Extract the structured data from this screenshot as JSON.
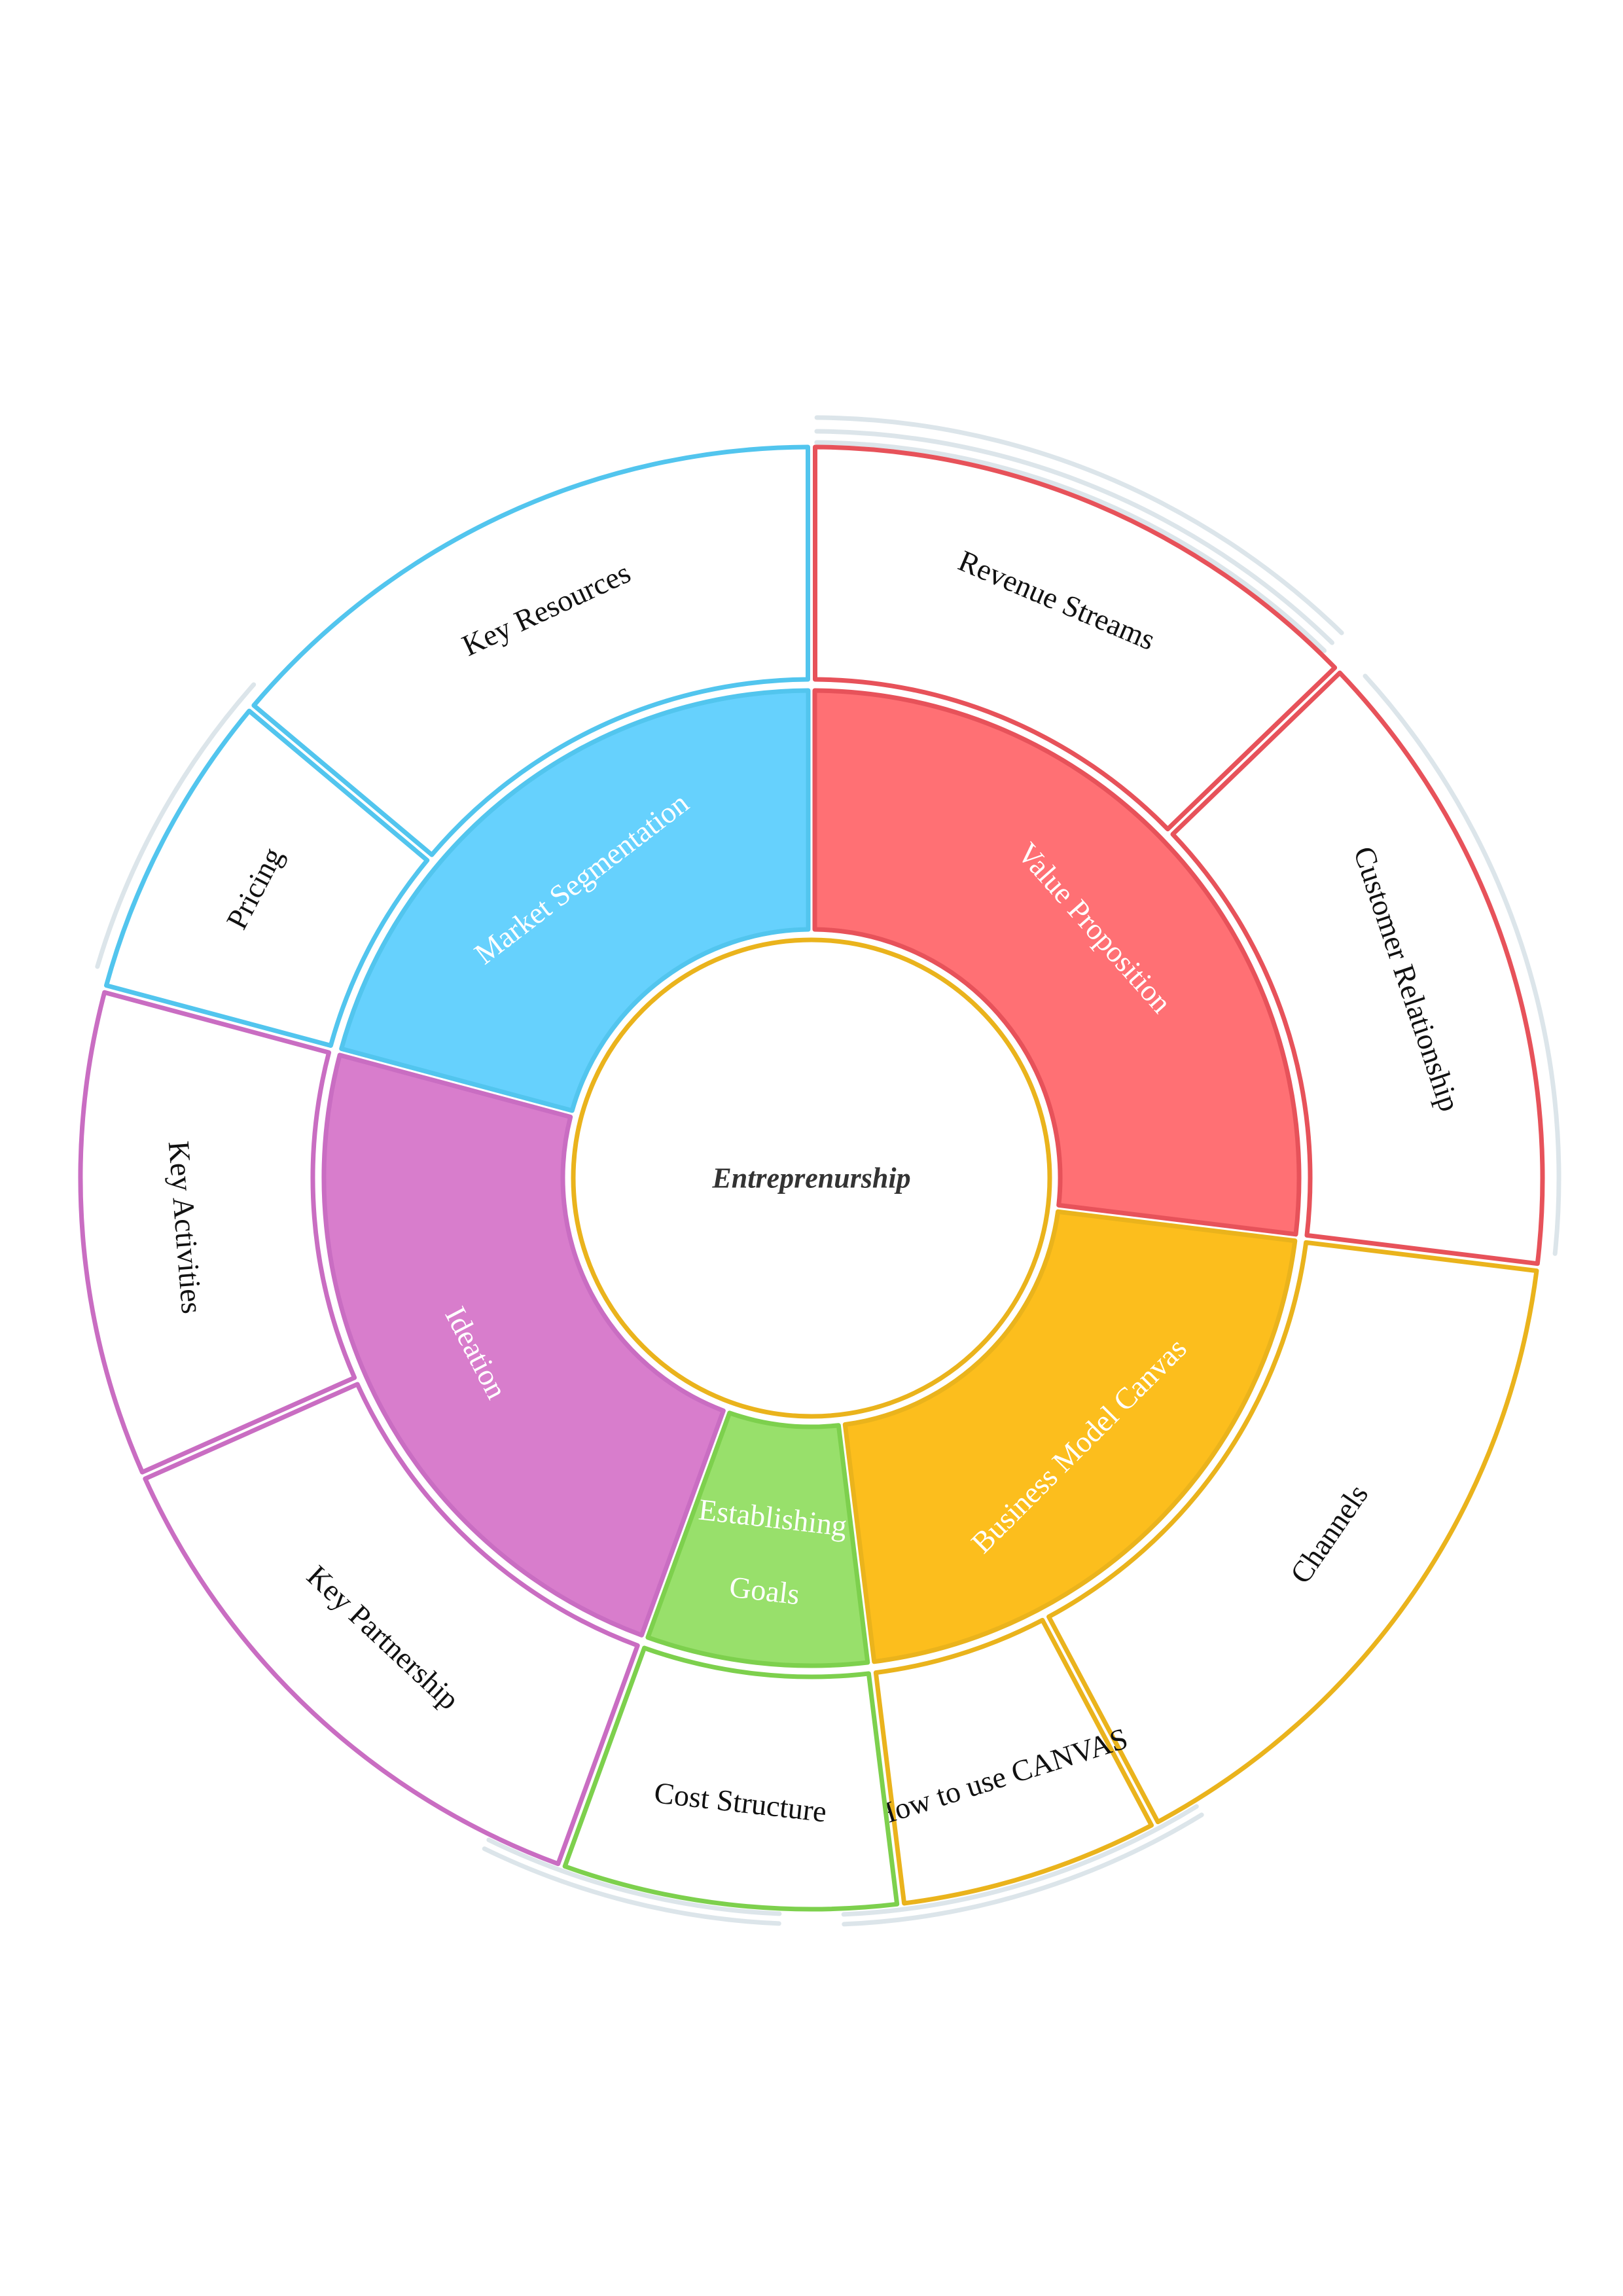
{
  "center": {
    "label": "Entreprenurship",
    "color": "#EAB31C",
    "text_color": "#333333"
  },
  "groups": [
    {
      "id": "value-proposition",
      "label": "Value Proposition",
      "fill": "#FF7074",
      "stroke": "#E7525A",
      "children": [
        {
          "id": "revenue-streams",
          "label": "Revenue Streams"
        },
        {
          "id": "customer-relationship",
          "label": "Customer Relationship"
        }
      ]
    },
    {
      "id": "business-model-canvas",
      "label": "Business Model Canvas",
      "fill": "#FCBE1D",
      "stroke": "#EAB31C",
      "children": [
        {
          "id": "channels",
          "label": "Channels"
        },
        {
          "id": "how-to-use-canvas",
          "label": "How to use CANVAS"
        }
      ]
    },
    {
      "id": "establishing-goals",
      "label": "Establishing Goals",
      "label_lines": [
        "Establishing",
        "Goals"
      ],
      "fill": "#98E06B",
      "stroke": "#7DD04D",
      "children": [
        {
          "id": "cost-structure",
          "label": "Cost Structure"
        }
      ]
    },
    {
      "id": "ideation",
      "label": "Ideation",
      "fill": "#D87DCC",
      "stroke": "#C96DC2",
      "children": [
        {
          "id": "key-partnership",
          "label": "Key Partnership"
        },
        {
          "id": "key-activities",
          "label": "Key Activities"
        }
      ]
    },
    {
      "id": "market-segmentation",
      "label": "Market Segmentation",
      "fill": "#66D1FD",
      "stroke": "#52C5EE",
      "children": [
        {
          "id": "pricing",
          "label": "Pricing"
        },
        {
          "id": "key-resources",
          "label": "Key Resources"
        }
      ]
    }
  ],
  "outer_text_color": "#111111",
  "inner_text_color": "#ffffff",
  "decor_color": "#DCE5EA"
}
